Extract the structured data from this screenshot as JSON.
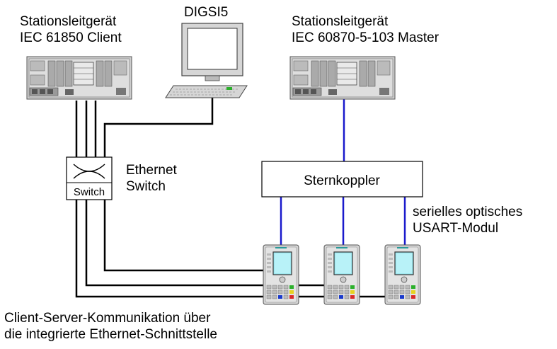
{
  "labels": {
    "station_left_line1": "Stationsleitgerät",
    "station_left_line2": "IEC 61850 Client",
    "digsi": "DIGSI5",
    "station_right_line1": "Stationsleitgerät",
    "station_right_line2": "IEC 60870-5-103 Master",
    "switch_box": "Switch",
    "switch_line1": "Ethernet",
    "switch_line2": "Switch",
    "starcoupler": "Sternkoppler",
    "usart_line1": "serielles optisches",
    "usart_line2": "USART-Modul",
    "footer_line1": "Client-Server-Kommunikation über",
    "footer_line2": "die integrierte Ethernet-Schnittstelle"
  },
  "colors": {
    "ethernet_cable": "#000000",
    "optical_fiber": "#1a1acc",
    "device_gray": "#c8c8c8",
    "lcd_cyan": "#9fe8f0"
  },
  "icons": {
    "station_controller": "rack-device-icon",
    "pc": "computer-icon",
    "switch": "network-switch-icon",
    "protection_device": "protection-relay-icon"
  }
}
